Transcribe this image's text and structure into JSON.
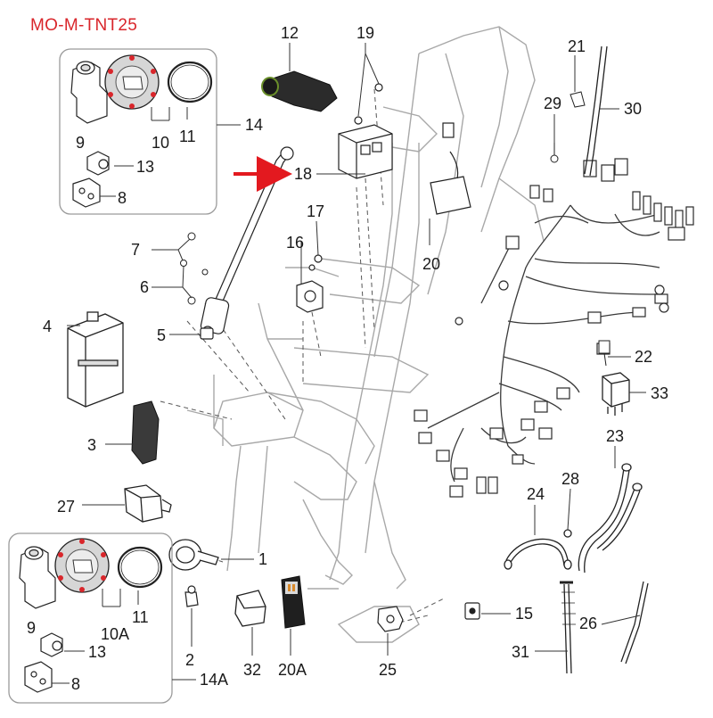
{
  "title": "MO-M-TNT25",
  "labels": {
    "p1": "1",
    "p2": "2",
    "p3": "3",
    "p4": "4",
    "p5": "5",
    "p6": "6",
    "p7": "7",
    "p8a": "8",
    "p8b": "8",
    "p9a": "9",
    "p9b": "9",
    "p10": "10",
    "p10a": "10A",
    "p11a": "11",
    "p11b": "11",
    "p12": "12",
    "p13a": "13",
    "p13b": "13",
    "p14": "14",
    "p14a": "14A",
    "p15": "15",
    "p16": "16",
    "p17": "17",
    "p18": "18",
    "p19": "19",
    "p20": "20",
    "p20a": "20A",
    "p21": "21",
    "p22": "22",
    "p23": "23",
    "p24": "24",
    "p25": "25",
    "p26": "26",
    "p27": "27",
    "p28": "28",
    "p29": "29",
    "p30": "30",
    "p31": "31",
    "p32": "32",
    "p33": "33"
  },
  "colors": {
    "title": "#d9262b",
    "arrow": "#e3191f",
    "line": "#333333",
    "frame": "#9a9a9a"
  },
  "icons": [
    "red-arrow-icon"
  ]
}
